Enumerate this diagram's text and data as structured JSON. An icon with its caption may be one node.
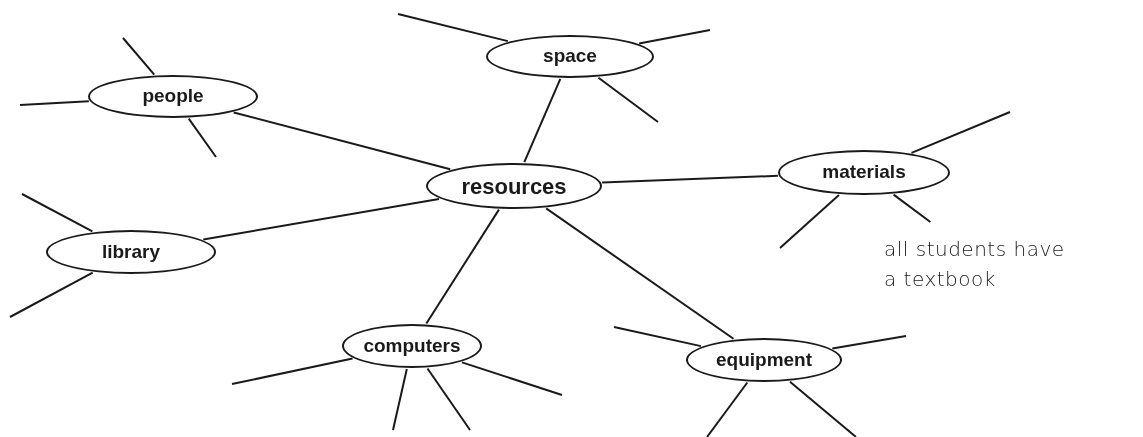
{
  "diagram": {
    "nodes": [
      {
        "text": [
          "resources"
        ]
      },
      {
        "text": [
          "people"
        ]
      },
      {
        "text": [
          "space"
        ]
      },
      {
        "text": [
          "materials"
        ]
      },
      {
        "text": [
          "library"
        ]
      },
      {
        "text": [
          "computers"
        ]
      },
      {
        "text": [
          "equipment"
        ]
      },
      {
        "text": [
          "all students have a textbook"
        ]
      }
    ],
    "edges": [
      {
        "from": 0,
        "to": 1,
        "arrow": "none"
      },
      {
        "from": 0,
        "to": 2,
        "arrow": "none"
      },
      {
        "from": 0,
        "to": 3,
        "arrow": "none"
      },
      {
        "from": 0,
        "to": 4,
        "arrow": "none"
      },
      {
        "from": 0,
        "to": 5,
        "arrow": "none"
      },
      {
        "from": 0,
        "to": 6,
        "arrow": "none"
      },
      {
        "from": 3,
        "to": 7,
        "arrow": "none"
      },
      {
        "from": 1,
        "to": null,
        "arrow": "none"
      },
      {
        "from": 1,
        "to": null,
        "arrow": "none"
      },
      {
        "from": 1,
        "to": null,
        "arrow": "none"
      },
      {
        "from": 2,
        "to": null,
        "arrow": "none"
      },
      {
        "from": 2,
        "to": null,
        "arrow": "none"
      },
      {
        "from": 2,
        "to": null,
        "arrow": "none"
      },
      {
        "from": 3,
        "to": null,
        "arrow": "none"
      },
      {
        "from": 3,
        "to": null,
        "arrow": "none"
      },
      {
        "from": 4,
        "to": null,
        "arrow": "none"
      },
      {
        "from": 4,
        "to": null,
        "arrow": "none"
      },
      {
        "from": 5,
        "to": null,
        "arrow": "none"
      },
      {
        "from": 5,
        "to": null,
        "arrow": "none"
      },
      {
        "from": 5,
        "to": null,
        "arrow": "none"
      },
      {
        "from": 5,
        "to": null,
        "arrow": "none"
      },
      {
        "from": 6,
        "to": null,
        "arrow": "none"
      },
      {
        "from": 6,
        "to": null,
        "arrow": "none"
      },
      {
        "from": 6,
        "to": null,
        "arrow": "none"
      },
      {
        "from": 6,
        "to": null,
        "arrow": "none"
      }
    ]
  }
}
